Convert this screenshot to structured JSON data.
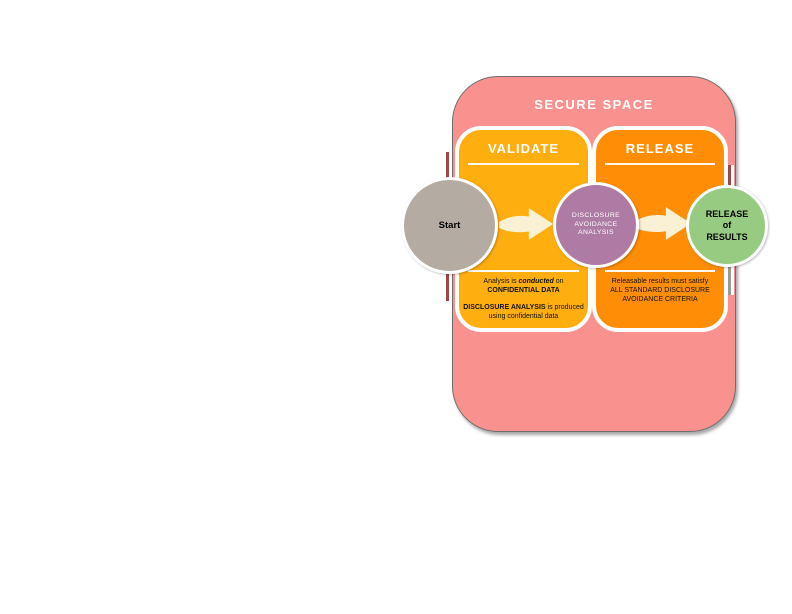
{
  "diagram": {
    "title": "SECURE SPACE",
    "validate": {
      "label": "VALIDATE",
      "note": {
        "line1_pre": "Analysis is ",
        "line1_em": "conducted",
        "line1_post": " on",
        "line2": "CONFIDENTIAL DATA",
        "line3_strong": "DISCLOSURE ANALYSIS",
        "line3_post": " is produced",
        "line4": "using confidential data"
      }
    },
    "release": {
      "label": "RELEASE",
      "note_lines": [
        "Releasable results must satisfy",
        "ALL STANDARD DISCLOSURE",
        "AVOIDANCE CRITERIA"
      ]
    },
    "nodes": {
      "start": {
        "label": "Start"
      },
      "daa": {
        "label": "DISCLOSURE\nAVOIDANCE\nANALYSIS"
      },
      "release_of_results": {
        "label": "RELEASE\nof\nRESULTS"
      }
    },
    "colors": {
      "secure_space": "#F9918E",
      "validate_box": "#FFAE10",
      "release_box": "#FF8E06",
      "start_node": "#B4ABA2",
      "daa_node": "#AD7BA4",
      "release_node": "#97CB82",
      "arrow": "#FAF0D4",
      "connector_red": "#9E4746",
      "connector_gray": "#999999"
    }
  }
}
